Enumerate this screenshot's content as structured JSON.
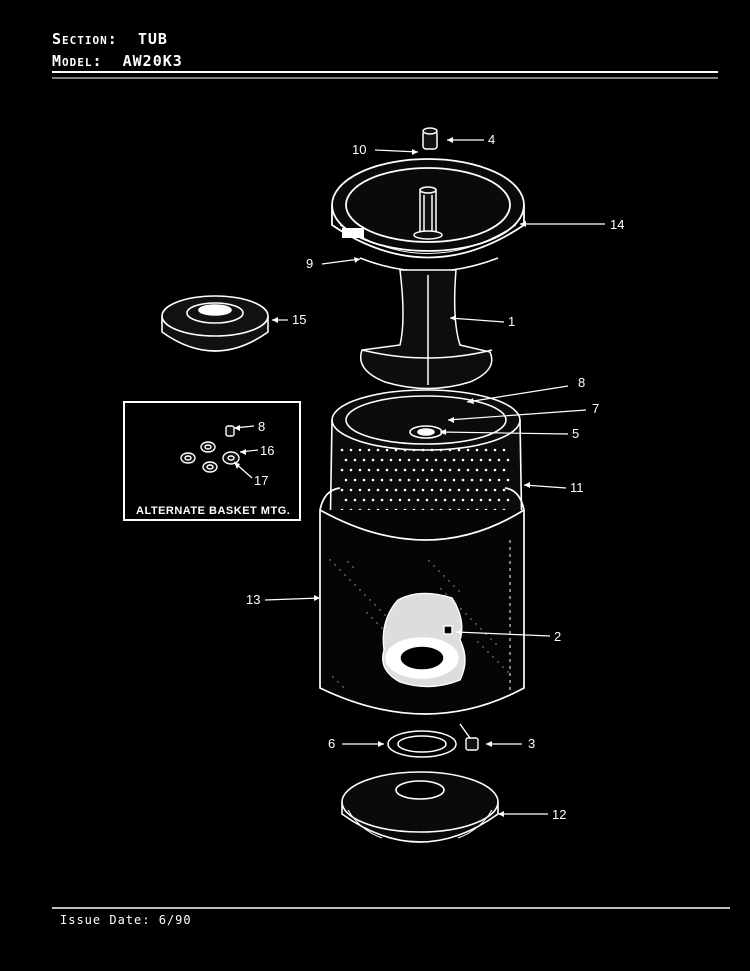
{
  "header": {
    "section_label": "Section:",
    "section_value": "TUB",
    "model_label": "Model:",
    "model_value": "AW20K3"
  },
  "inset": {
    "caption": "ALTERNATE BASKET MTG."
  },
  "callouts": [
    "1",
    "2",
    "3",
    "4",
    "5",
    "6",
    "7",
    "8",
    "9",
    "10",
    "11",
    "12",
    "13",
    "14",
    "15",
    "16",
    "17"
  ],
  "inset_callouts": [
    "8",
    "16",
    "17"
  ],
  "footer": {
    "issue_label": "Issue Date:",
    "issue_value": "6/90"
  }
}
